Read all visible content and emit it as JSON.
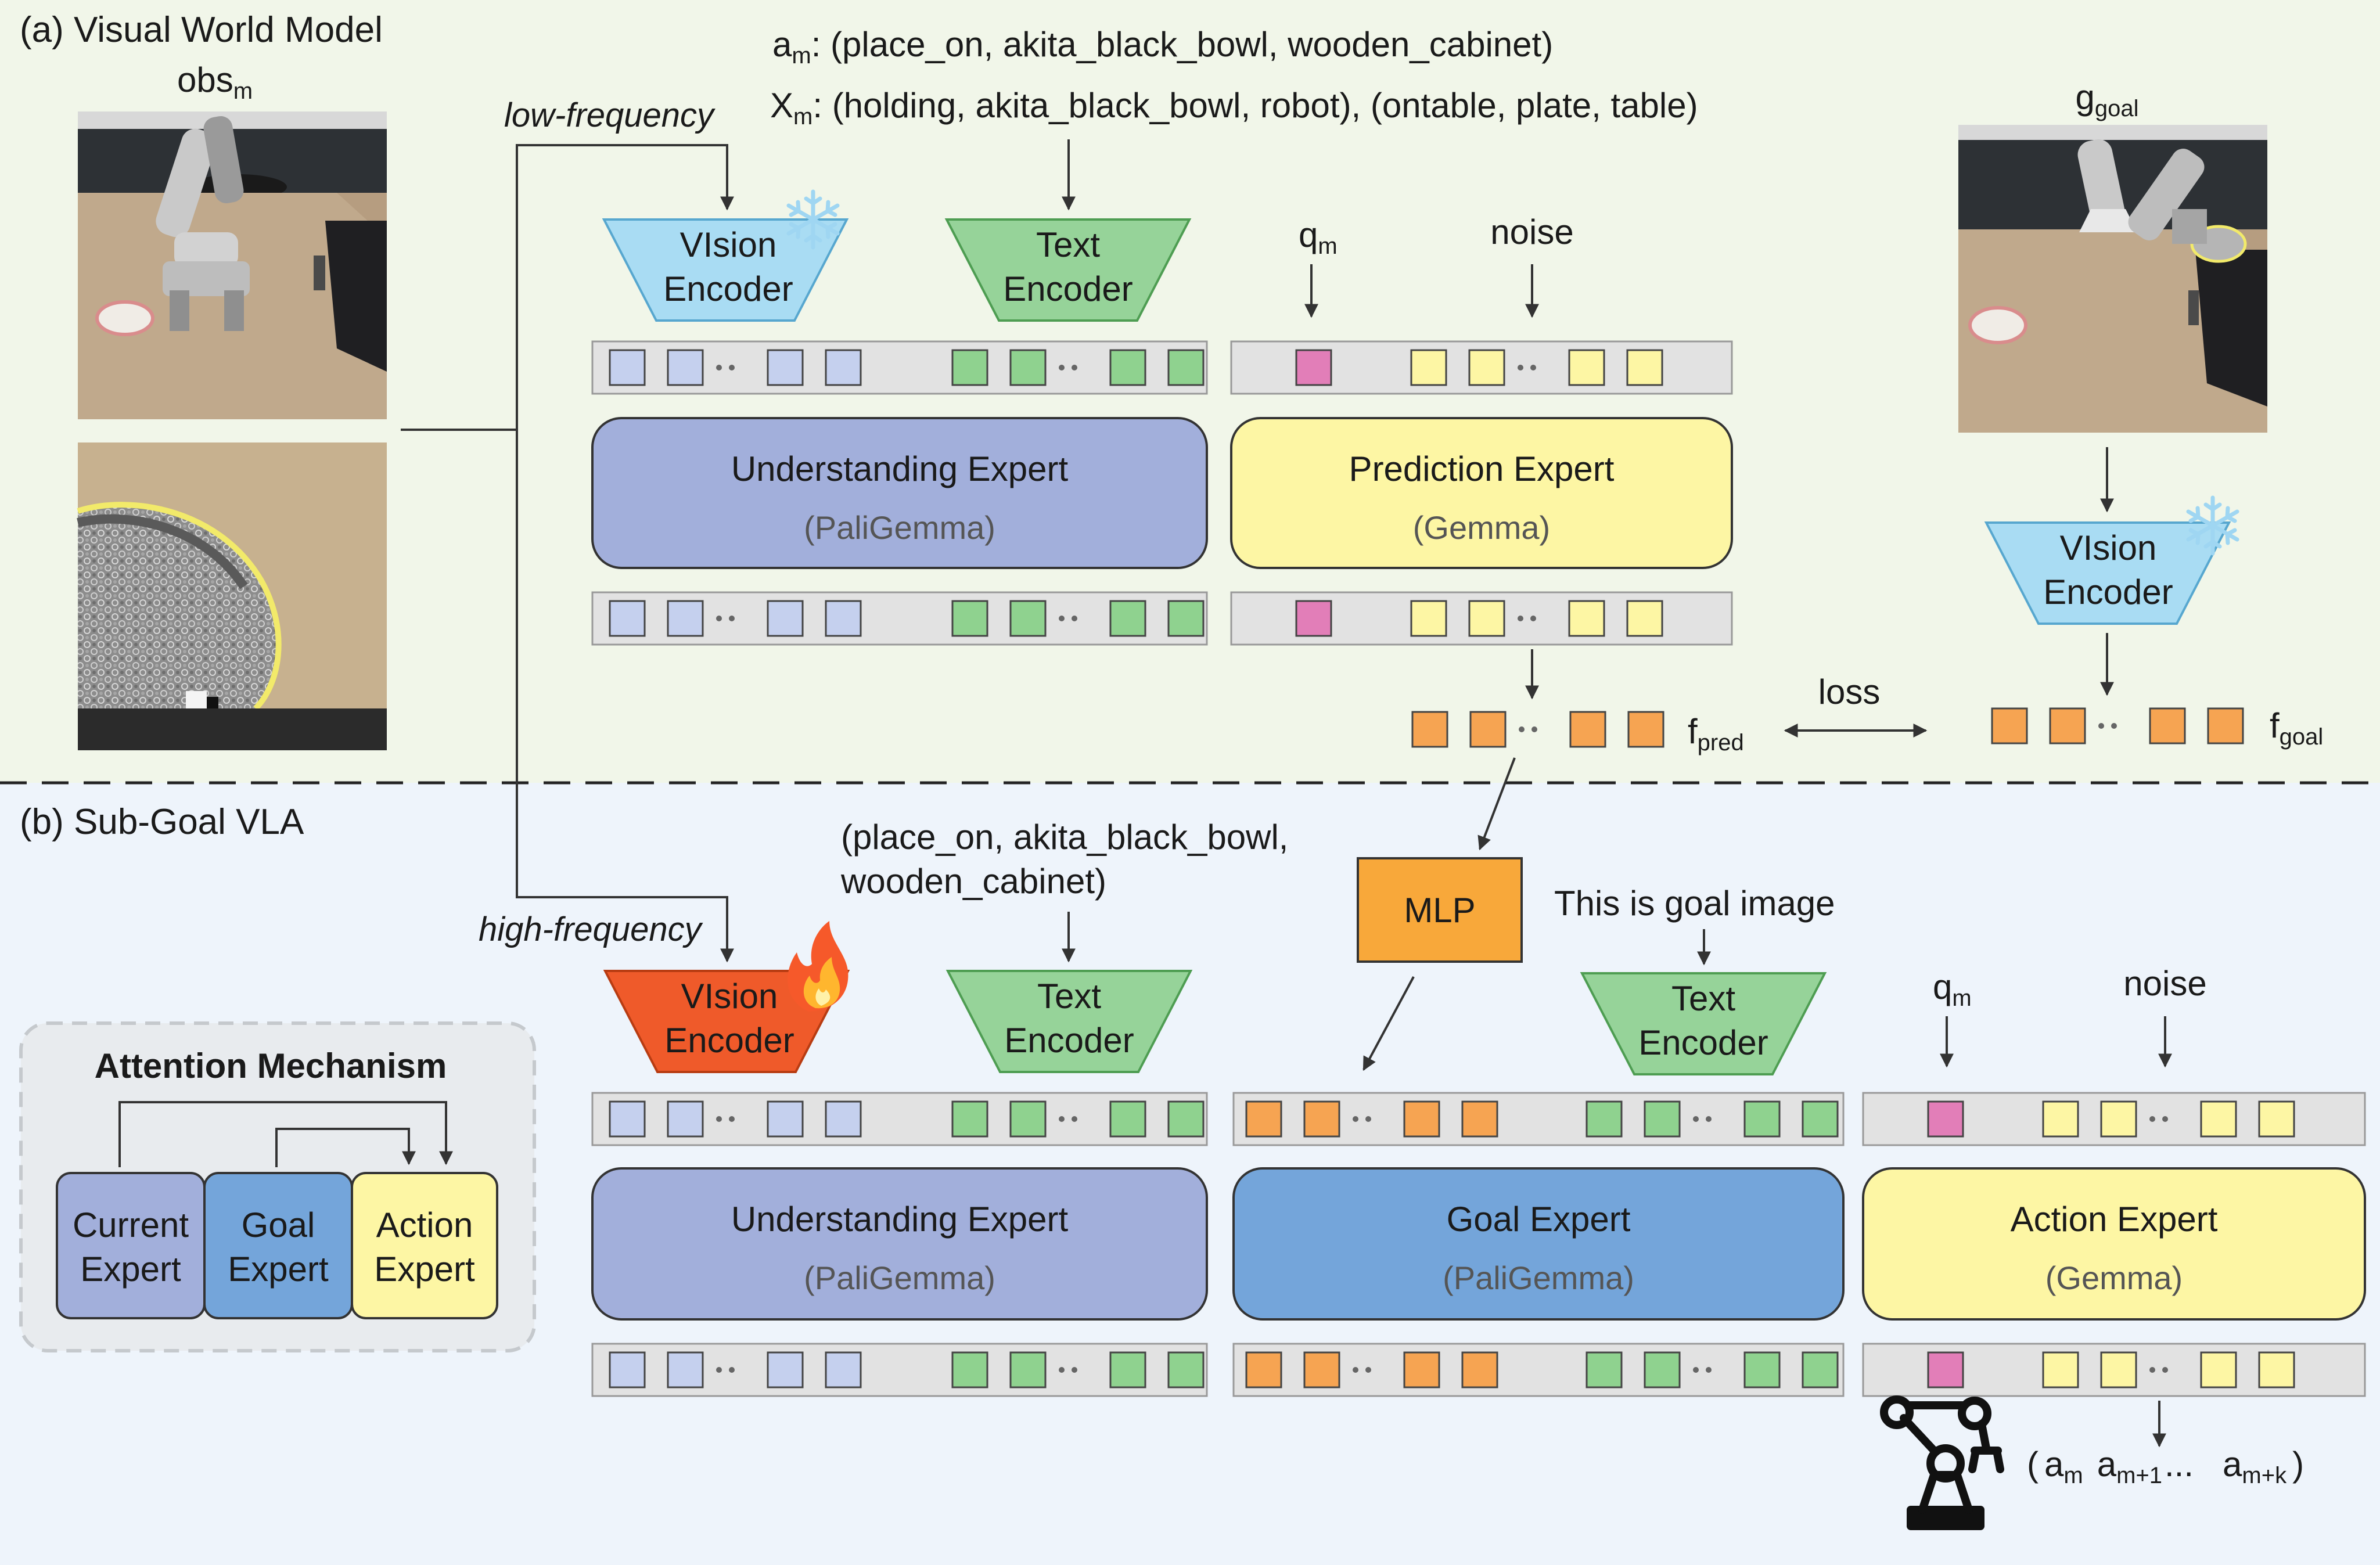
{
  "colors": {
    "panel_a_bg": "#f1f6e9",
    "panel_b_bg": "#eef4fb",
    "vision_frozen": "#a9dcf3",
    "vision_trainable": "#ef5a2a",
    "text_encoder": "#96d399",
    "understanding": "#a2afdb",
    "prediction": "#fdf6a4",
    "goal": "#74a5da",
    "action": "#fdf6a4",
    "mlp": "#f8a83a",
    "token_blue": "#c5d0ee",
    "token_green": "#8fd28f",
    "token_pink": "#e27eb8",
    "token_yellow": "#fdf6a4",
    "token_orange": "#f6a452",
    "token_bar": "#e2e2e2"
  },
  "section_a": {
    "title": "(a) Visual World Model",
    "obs_label": "obs",
    "obs_sub": "m",
    "low_frequency": "low-frequency",
    "am_label": "a",
    "am_sub": "m",
    "am_text": ": (place_on, akita_black_bowl, wooden_cabinet)",
    "xm_label": "X",
    "xm_sub": "m",
    "xm_text": ": (holding, akita_black_bowl, robot), (ontable, plate, table)",
    "vision_encoder": [
      "VIsion",
      "Encoder"
    ],
    "text_encoder": [
      "Text",
      "Encoder"
    ],
    "qm_label": "q",
    "qm_sub": "m",
    "noise": "noise",
    "understanding_title": "Understanding Expert",
    "understanding_sub": "(PaliGemma)",
    "prediction_title": "Prediction Expert",
    "prediction_sub": "(Gemma)",
    "ggoal_label": "g",
    "ggoal_sub": "goal",
    "goal_vision_encoder": [
      "VIsion",
      "Encoder"
    ],
    "fpred_label": "f",
    "fpred_sub": "pred",
    "loss": "loss",
    "fgoal_label": "f",
    "fgoal_sub": "goal",
    "frozen_icon": "snowflake-icon"
  },
  "section_b": {
    "title": "(b) Sub-Goal VLA",
    "high_frequency": "high-frequency",
    "task_text": [
      "(place_on, akita_black_bowl,",
      "wooden_cabinet)"
    ],
    "vision_encoder": [
      "VIsion",
      "Encoder"
    ],
    "text_encoder": [
      "Text",
      "Encoder"
    ],
    "mlp": "MLP",
    "goal_prompt": "This is goal image",
    "goal_text_encoder": [
      "Text",
      "Encoder"
    ],
    "qm_label": "q",
    "qm_sub": "m",
    "noise": "noise",
    "understanding_title": "Understanding Expert",
    "understanding_sub": "(PaliGemma)",
    "goal_title": "Goal Expert",
    "goal_sub": "(PaliGemma)",
    "action_title": "Action Expert",
    "action_sub": "(Gemma)",
    "trainable_icon": "flame-icon",
    "attention": {
      "title": "Attention Mechanism",
      "current": [
        "Current",
        "Expert"
      ],
      "goal": [
        "Goal",
        "Expert"
      ],
      "action": [
        "Action",
        "Expert"
      ]
    },
    "actions": {
      "open": "(",
      "a1": "a",
      "a1_sub": "m",
      "a2": "a",
      "a2_sub": "m+1",
      "dots": "...",
      "a3": "a",
      "a3_sub": "m+k",
      "close": ")"
    },
    "robot_icon": "robot-arm-icon"
  }
}
